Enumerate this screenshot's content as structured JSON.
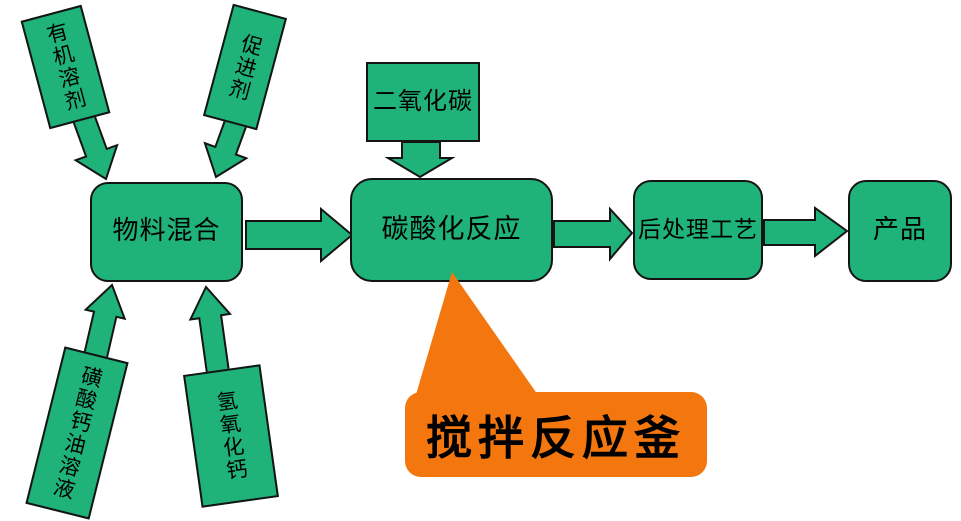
{
  "colors": {
    "box_fill": "#1fb279",
    "box_border": "#141414",
    "callout_fill": "#f3770e",
    "text": "#000000",
    "background": "#ffffff"
  },
  "nodes": {
    "organic_solvent": {
      "label": "有机溶剂"
    },
    "promoter": {
      "label": "促进剂"
    },
    "carbon_dioxide": {
      "label": "二氧化碳"
    },
    "material_mixing": {
      "label": "物料混合"
    },
    "carbonation_reaction": {
      "label": "碳酸化反应"
    },
    "post_treatment": {
      "label": "后处理工艺"
    },
    "product": {
      "label": "产品"
    },
    "calcium_sulfonate_oil_solution": {
      "label": "磺酸钙油溶液"
    },
    "calcium_hydroxide": {
      "label": "氢氧化钙"
    }
  },
  "callout": {
    "label": "搅拌反应釜"
  }
}
